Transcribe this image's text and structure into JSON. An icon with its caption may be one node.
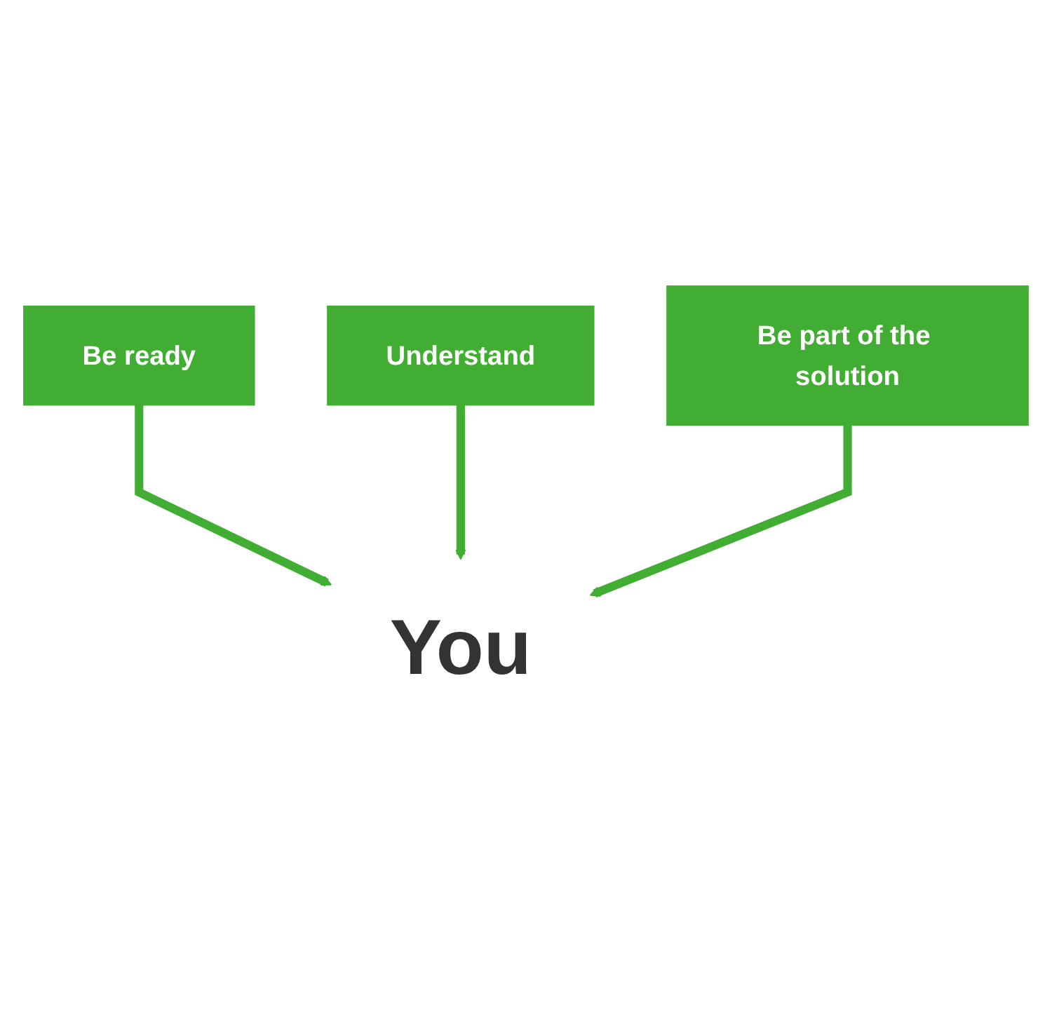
{
  "diagram": {
    "nodes": [
      {
        "text": [
          "Be ready"
        ]
      },
      {
        "text": [
          "Understand"
        ]
      },
      {
        "text": [
          "You"
        ]
      },
      {
        "text": [
          "Be part of the solution"
        ]
      }
    ],
    "edges": [
      {
        "from": 0,
        "to": 2,
        "arrow": "to"
      },
      {
        "from": 1,
        "to": 2,
        "arrow": "to"
      },
      {
        "from": 3,
        "to": 2,
        "arrow": "to"
      }
    ]
  }
}
